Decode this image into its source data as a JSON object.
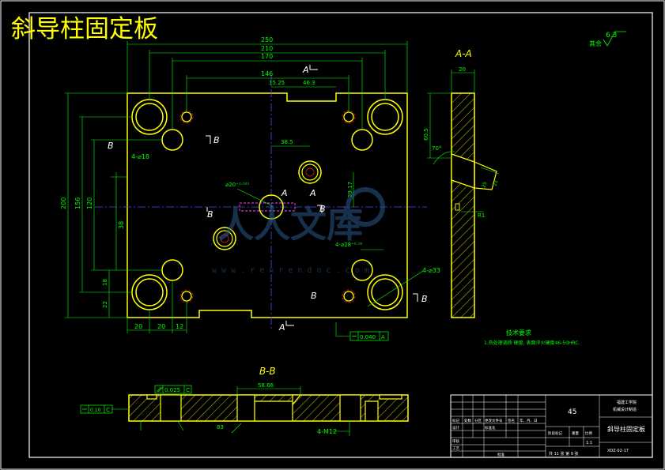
{
  "title": "斜导柱固定板",
  "colors": {
    "background": "#000000",
    "outline": "#ffff00",
    "dimension": "#00ff00",
    "frame": "#ffffff",
    "center": "#4a4aff",
    "hidden": "#ff44ff",
    "hatch": "#ffff00",
    "text": "#00ff00",
    "watermark": "#2a5a8a"
  },
  "top_view": {
    "dims_h": [
      "250",
      "210",
      "170",
      "146",
      "15.25",
      "46.3",
      "38.5"
    ],
    "dims_v": [
      "200",
      "156",
      "120",
      "38",
      "18",
      "22",
      "29.17"
    ],
    "dims_bottom": [
      "20",
      "20",
      "12"
    ],
    "section_marks": {
      "a": "A",
      "b": "B"
    },
    "hole_labels": [
      "4-⌀18",
      "⌀20⁺⁰·⁰²¹",
      "4-⌀28⁺⁰·⁰²",
      "4-⌀33"
    ],
    "tol_label": "0.040",
    "tol_ref": "A"
  },
  "section_aa": {
    "title": "A-A",
    "dim_top": "20",
    "dim_left": "60.5",
    "angle": "70°",
    "r_label": "R1",
    "small_dims": [
      "25",
      "21"
    ]
  },
  "section_bb": {
    "title": "B-B",
    "tol_label": "0.025",
    "tol_ref": "C",
    "flat_label": "0.10",
    "flat_ref": "C",
    "dim_top": "58.66",
    "screw": "4-M12",
    "angle": "83"
  },
  "roughness": {
    "label": "其余",
    "value": "6.3"
  },
  "tech_req": {
    "title": "技术要求",
    "line1": "1.热处理调质 硬度, 表面淬火硬度46-50HRC."
  },
  "title_block": {
    "material": "45",
    "part_name": "斜导柱固定板",
    "school": "福建工学院",
    "course": "机械设计制造",
    "scale": "1:1",
    "drawing_no": "XDZ-02-17",
    "sheet": "共 11 张 第 9 张",
    "labels": [
      "标记",
      "处数",
      "分区",
      "更改文件号",
      "签名",
      "年、月、日",
      "设计",
      "标准化",
      "审核",
      "工艺",
      "批准",
      "阶段标记",
      "重量",
      "比例"
    ]
  },
  "watermark": {
    "brand": "人人文库",
    "url": "w w w . r e n r e n d o c . c o m"
  }
}
